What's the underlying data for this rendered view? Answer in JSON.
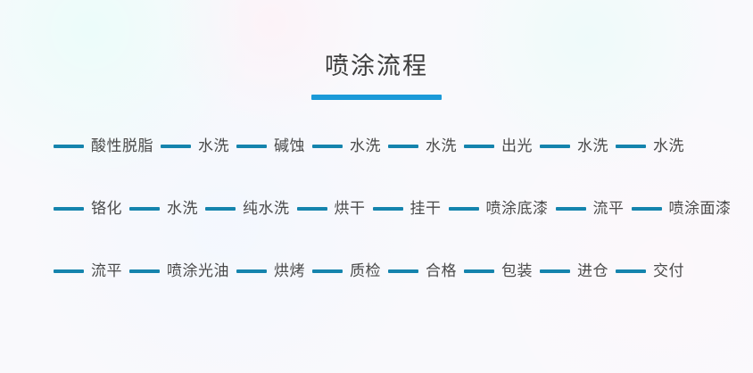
{
  "header": {
    "title": "喷涂流程",
    "underline_color": "#1b9ad8"
  },
  "theme": {
    "background": "#f9f9fc",
    "connector_color": "#1584ad",
    "title_text_color": "#3d3d3d",
    "step_text_color": "#4a4a4a"
  },
  "flow": {
    "rows": [
      {
        "steps": [
          "酸性脱脂",
          "水洗",
          "碱蚀",
          "水洗",
          "水洗",
          "出光",
          "水洗",
          "水洗"
        ]
      },
      {
        "steps": [
          "铬化",
          "水洗",
          "纯水洗",
          "烘干",
          "挂干",
          "喷涂底漆",
          "流平",
          "喷涂面漆"
        ]
      },
      {
        "steps": [
          "流平",
          "喷涂光油",
          "烘烤",
          "质检",
          "合格",
          "包装",
          "进仓",
          "交付"
        ]
      }
    ]
  }
}
